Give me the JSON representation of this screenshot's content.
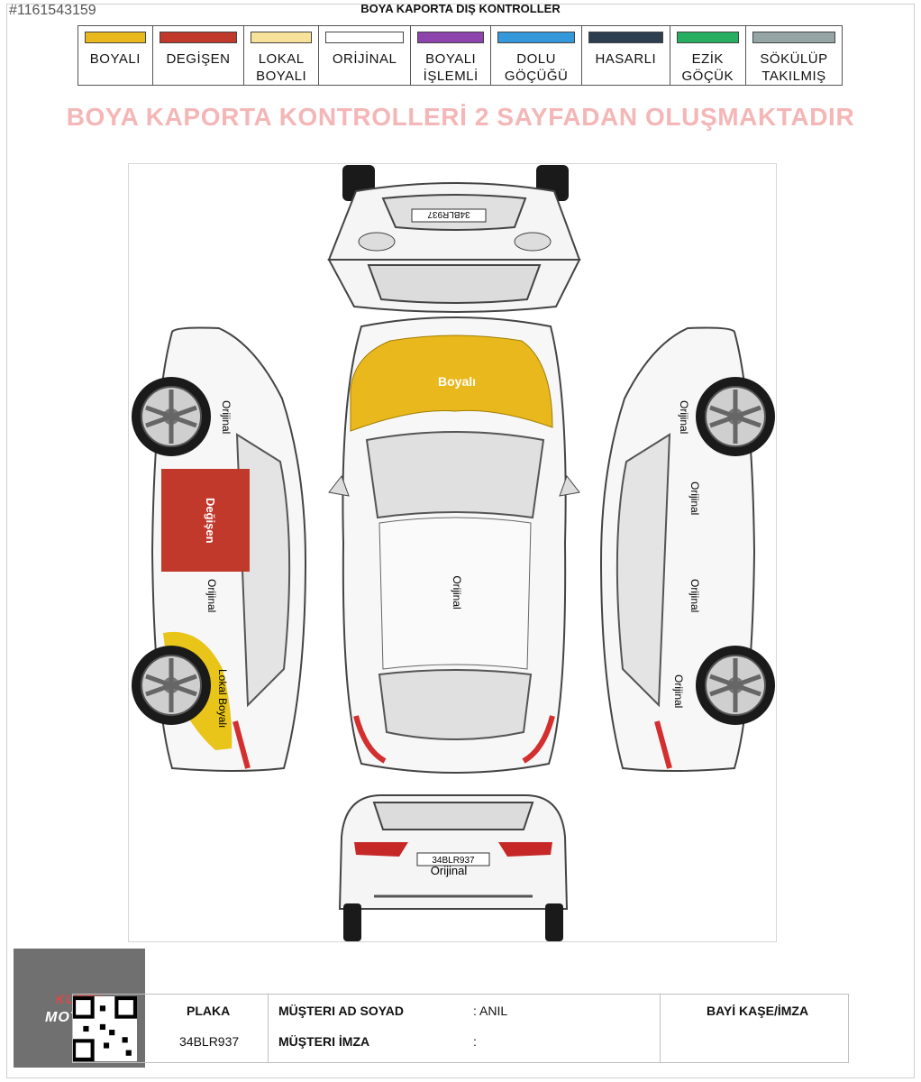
{
  "listing_id": "#1161543159",
  "document_title": "BOYA KAPORTA DIŞ KONTROLLER",
  "legend": [
    {
      "label": "BOYALI",
      "color": "#e9b81c"
    },
    {
      "label": "DEGİŞEN",
      "color": "#c0392b"
    },
    {
      "label": "LOKAL\nBOYALI",
      "color": "#f8e29a"
    },
    {
      "label": "ORİJİNAL",
      "color": "#ffffff"
    },
    {
      "label": "BOYALI\nİŞLEMLİ",
      "color": "#8e44ad"
    },
    {
      "label": "DOLU\nGÖÇÜĞÜ",
      "color": "#3498db"
    },
    {
      "label": "HASARLI",
      "color": "#2c3e50"
    },
    {
      "label": "EZİK\nGÖÇÜK",
      "color": "#27ae60"
    },
    {
      "label": "SÖKÜLÜP\nTAKILMIŞ",
      "color": "#95a5a6"
    }
  ],
  "notice": "BOYA KAPORTA KONTROLLERİ 2 SAYFADAN OLUŞMAKTADIR",
  "diagram": {
    "front_plate": "34BLR937",
    "rear_plate": "34BLR937",
    "part_labels": {
      "hood": "Boyalı",
      "roof": "Orijinal",
      "trunk": "Orijinal",
      "left_front_fender": "Orijinal",
      "left_front_door": "Değişen",
      "left_rear_door": "Orijinal",
      "left_rear_fender": "Lokal Boyalı",
      "right_front_fender": "Orijinal",
      "right_front_door": "Orijinal",
      "right_rear_door": "Orijinal",
      "right_rear_fender": "Orijinal"
    }
  },
  "dealer_logo": {
    "line1": "KUZEY",
    "line2": "MOTORS"
  },
  "footer": {
    "plate_label": "PLAKA",
    "plate_value": "34BLR937",
    "customer_name_label": "MÜŞTERI AD SOYAD",
    "customer_name_value": ": ANIL",
    "customer_signature_label": "MÜŞTERI İMZA",
    "customer_signature_value": ":",
    "dealer_stamp_label": "BAYİ KAŞE/İMZA"
  }
}
